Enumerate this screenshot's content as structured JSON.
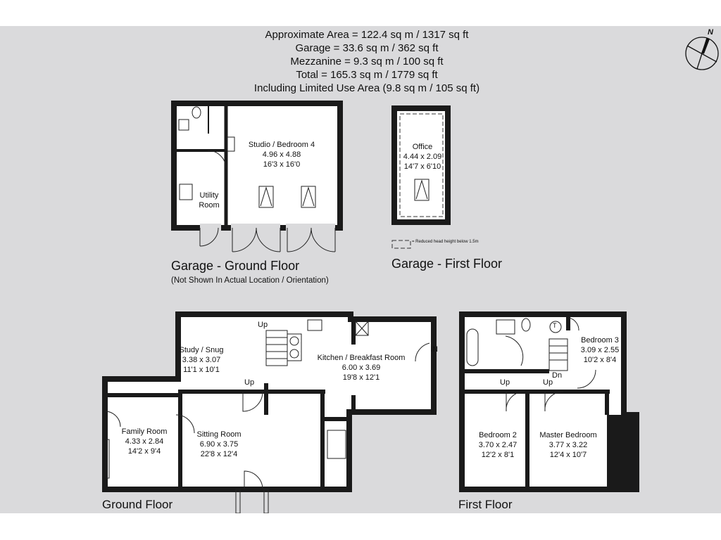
{
  "header": {
    "lines": [
      "Approximate Area = 122.4 sq m / 1317 sq ft",
      "Garage  = 33.6 sq m / 362 sq ft",
      "Mezzanine = 9.3 sq m / 100 sq ft",
      "Total = 165.3 sq m / 1779 sq ft",
      "Including Limited Use Area (9.8 sq m / 105 sq ft)"
    ]
  },
  "compass": {
    "label": "N",
    "icon": "north-compass-icon"
  },
  "garage_ground": {
    "title": "Garage - Ground Floor",
    "note": "(Not Shown In Actual Location / Orientation)",
    "rooms": [
      {
        "name": "Studio / Bedroom 4",
        "metric": "4.96 x 4.88",
        "imperial": "16'3 x 16'0"
      },
      {
        "name": "Utility",
        "name2": "Room"
      }
    ]
  },
  "garage_first": {
    "title": "Garage - First Floor",
    "rooms": [
      {
        "name": "Office",
        "metric": "4.44 x 2.09",
        "imperial": "14'7 x 6'10"
      }
    ],
    "legend": "= Reduced head height below 1.5m"
  },
  "ground_floor": {
    "title": "Ground Floor",
    "rooms": [
      {
        "name": "Study / Snug",
        "metric": "3.38 x 3.07",
        "imperial": "11'1 x 10'1"
      },
      {
        "name": "Kitchen / Breakfast Room",
        "metric": "6.00 x 3.69",
        "imperial": "19'8 x 12'1"
      },
      {
        "name": "Family Room",
        "metric": "4.33 x 2.84",
        "imperial": "14'2 x 9'4"
      },
      {
        "name": "Sitting Room",
        "metric": "6.90 x 3.75",
        "imperial": "22'8 x 12'4"
      }
    ],
    "markers": {
      "up1": "Up",
      "up2": "Up",
      "in": "IN"
    }
  },
  "first_floor": {
    "title": "First Floor",
    "rooms": [
      {
        "name": "Bedroom 3",
        "metric": "3.09 x 2.55",
        "imperial": "10'2 x 8'4"
      },
      {
        "name": "Bedroom 2",
        "metric": "3.70 x 2.47",
        "imperial": "12'2 x 8'1"
      },
      {
        "name": "Master Bedroom",
        "metric": "3.77 x 3.22",
        "imperial": "12'4 x 10'7"
      }
    ],
    "markers": {
      "up1": "Up",
      "up2": "Up",
      "dn": "Dn",
      "t": "T"
    }
  }
}
